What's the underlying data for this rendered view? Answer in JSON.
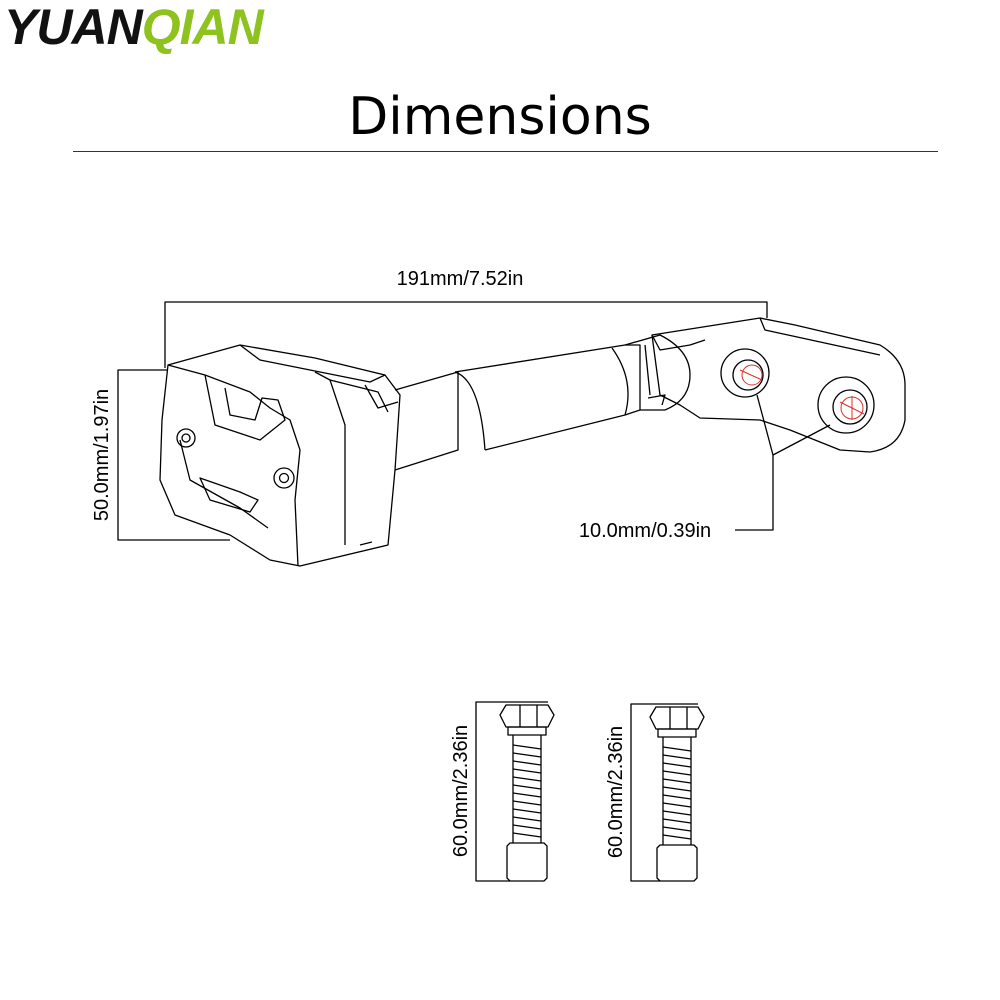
{
  "brand": {
    "part1": "YUAN",
    "part2": "QIAN",
    "color_dark": "#111111",
    "color_green": "#8dc21f"
  },
  "title": "Dimensions",
  "dimensions": {
    "overall_length": "191mm/7.52in",
    "height": "50.0mm/1.97in",
    "hole_diameter": "10.0mm/0.39in",
    "bolt_length_1": "60.0mm/2.36in",
    "bolt_length_2": "60.0mm/2.36in"
  },
  "colors": {
    "line": "#000000",
    "hole_mark": "#d9302c"
  }
}
